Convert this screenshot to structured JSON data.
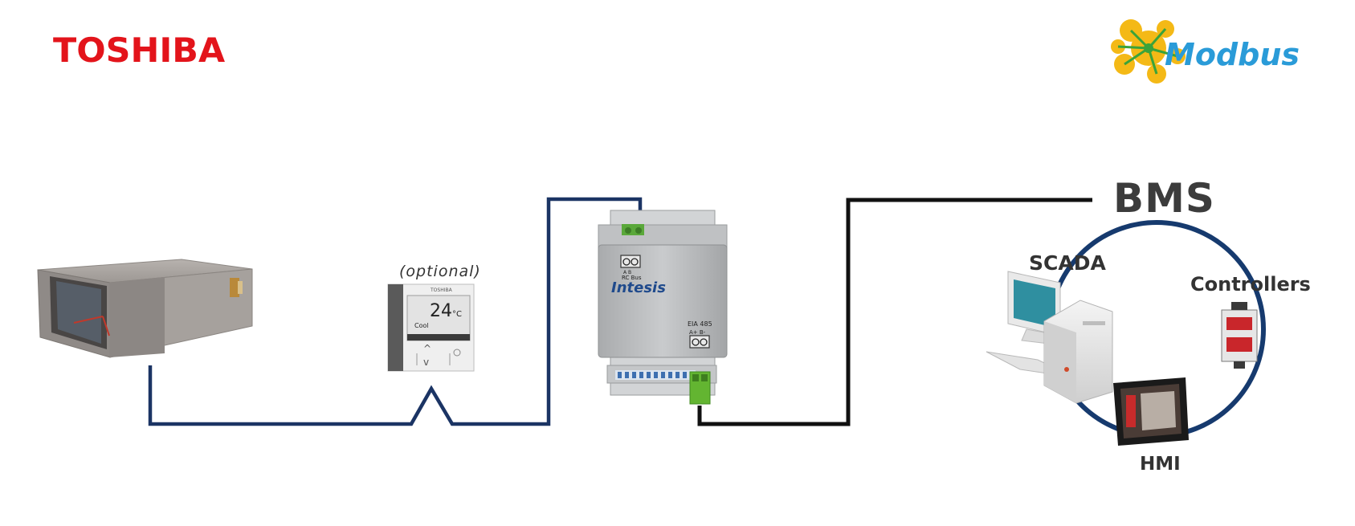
{
  "logos": {
    "left_brand": "TOSHIBA",
    "right_brand": "Modbus"
  },
  "labels": {
    "optional": "(optional)",
    "bms": "BMS",
    "scada": "SCADA",
    "controllers": "Controllers",
    "hmi": "HMI"
  },
  "remote_controller": {
    "brand": "TOSHIBA",
    "temperature": "24",
    "unit": "°C",
    "mode": "Cool"
  },
  "gateway": {
    "brand": "Intesis",
    "top_port_label": "RC Bus",
    "top_port_pins": "A  B",
    "bottom_port_label": "EIA 485",
    "bottom_port_pins": "A+  B-"
  },
  "colors": {
    "rc_bus_line": "#1b3464",
    "modbus_line": "#111111",
    "toshiba_red": "#e3141b",
    "modbus_blue": "#2a9bd8",
    "bms_ring": "#163a6e"
  }
}
